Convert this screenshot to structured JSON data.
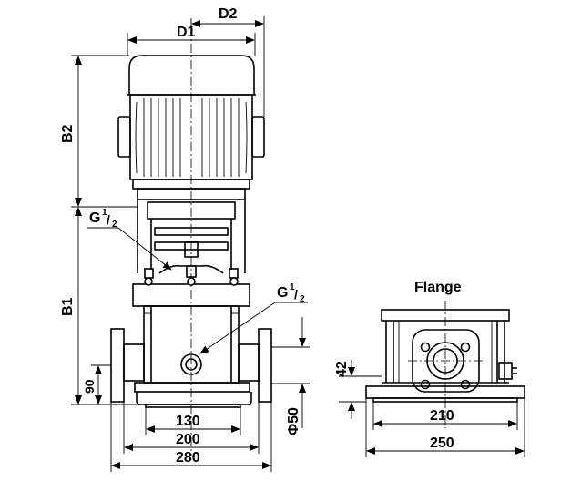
{
  "pump": {
    "dims": {
      "d1": "D1",
      "d2": "D2",
      "b1": "B1",
      "b2": "B2",
      "h90": "90",
      "w130": "130",
      "w200": "200",
      "w280": "280",
      "phi50": "Φ50",
      "g_top": "G",
      "g_body": "G"
    },
    "fraction": {
      "num": "1",
      "den": "2"
    }
  },
  "flange": {
    "title": "Flange",
    "dims": {
      "h42": "42",
      "w210": "210",
      "w250": "250"
    }
  }
}
